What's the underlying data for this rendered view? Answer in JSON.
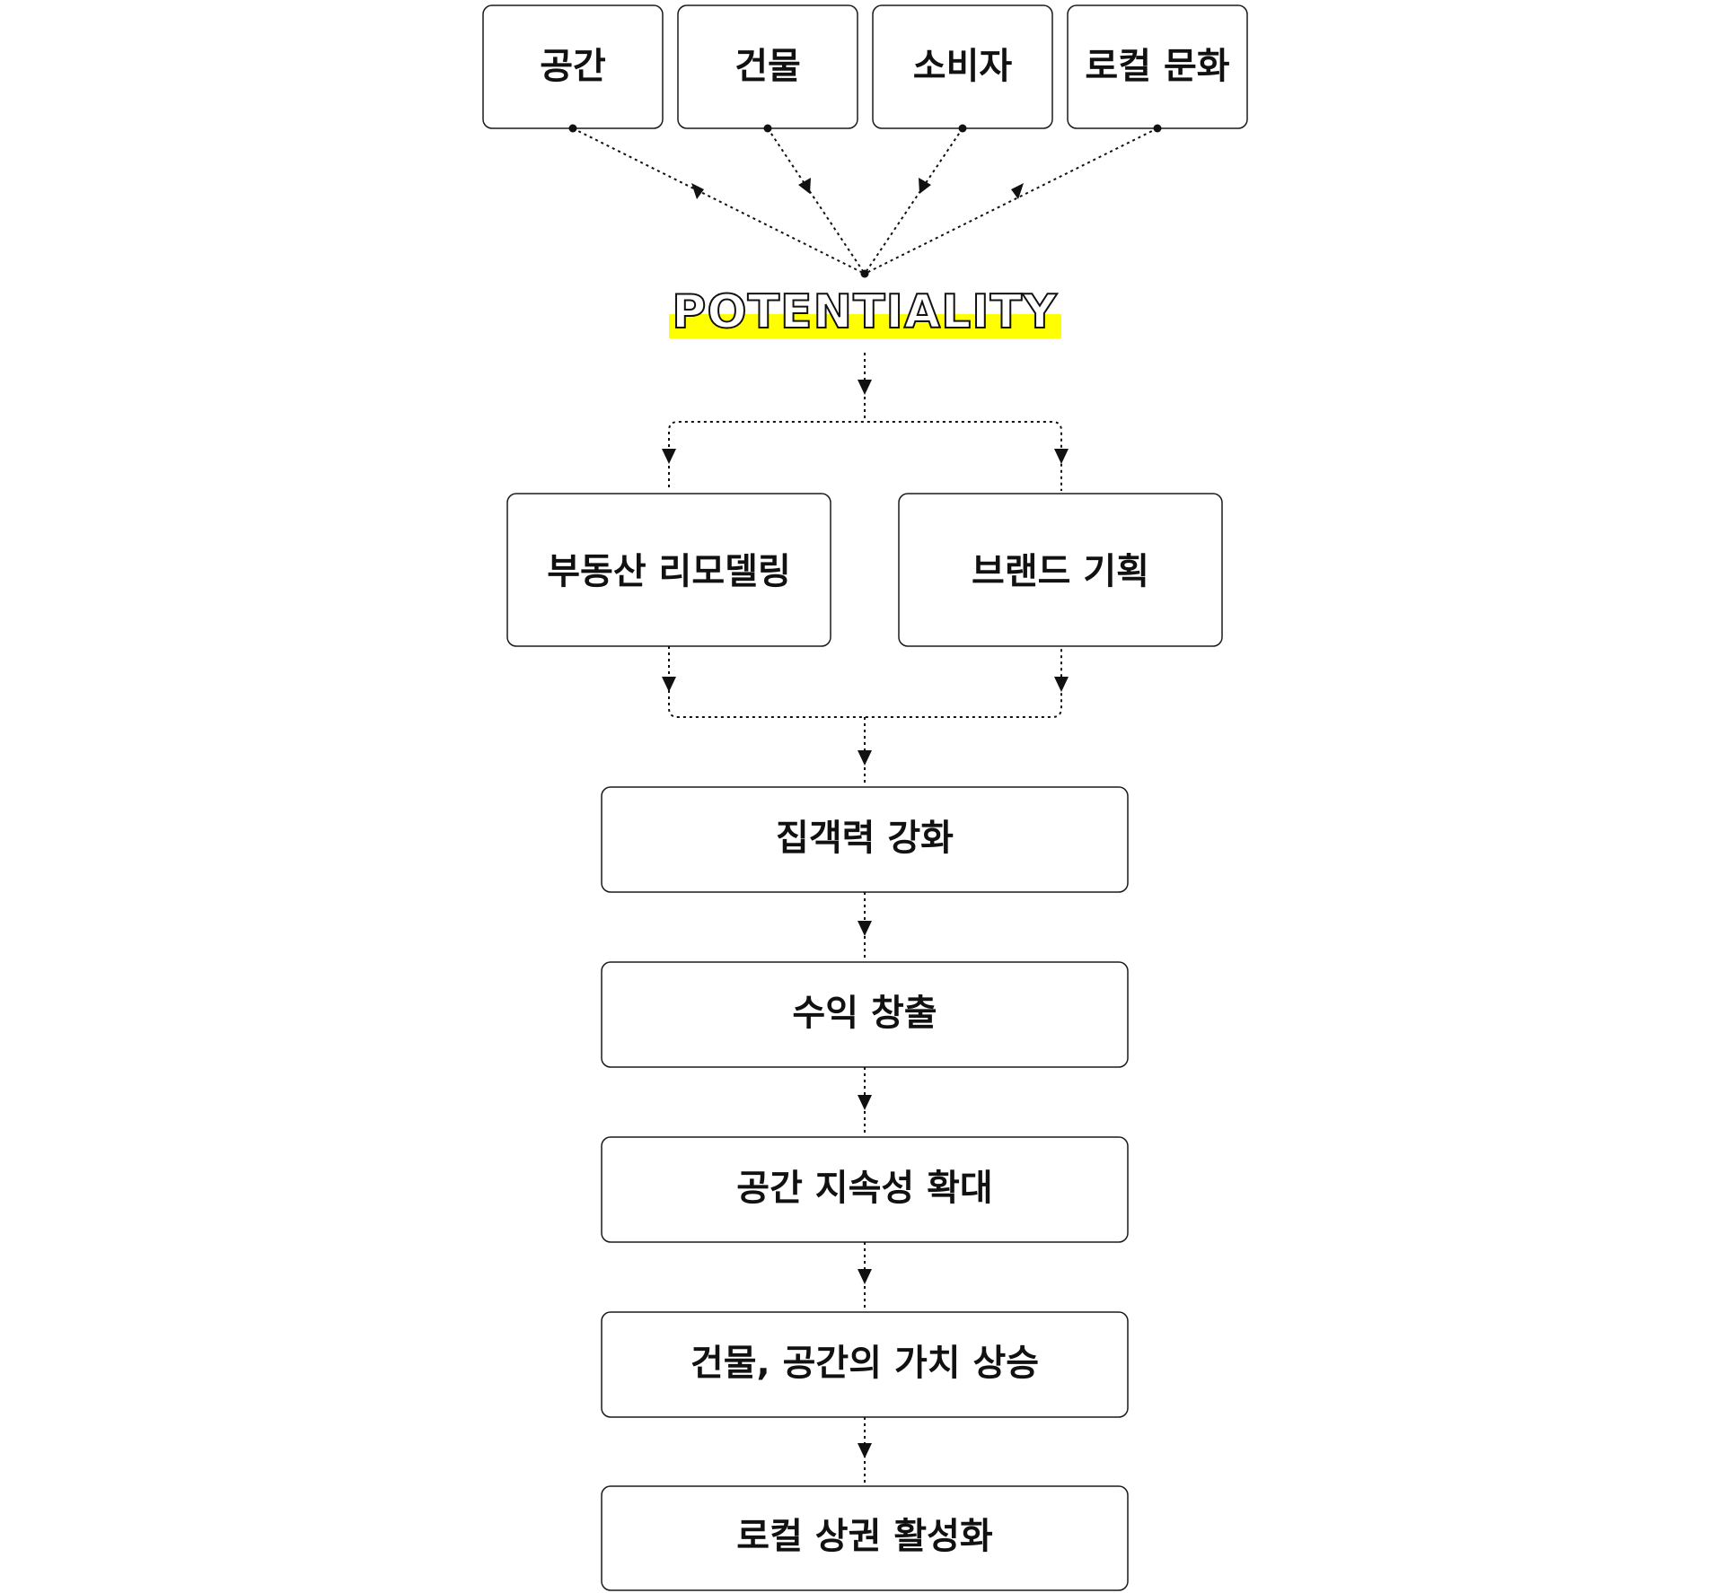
{
  "colors": {
    "highlight": "#ffff00",
    "stroke": "#111111"
  },
  "sources": [
    {
      "label": "공간"
    },
    {
      "label": "건물"
    },
    {
      "label": "소비자"
    },
    {
      "label": "로컬 문화"
    }
  ],
  "hub": {
    "label": "POTENTIALITY"
  },
  "branches": [
    {
      "label": "부동산 리모델링"
    },
    {
      "label": "브랜드 기획"
    }
  ],
  "steps": [
    {
      "label": "집객력 강화"
    },
    {
      "label": "수익 창출"
    },
    {
      "label": "공간 지속성 확대"
    },
    {
      "label": "건물, 공간의 가치 상승"
    },
    {
      "label": "로컬 상권 활성화"
    }
  ]
}
